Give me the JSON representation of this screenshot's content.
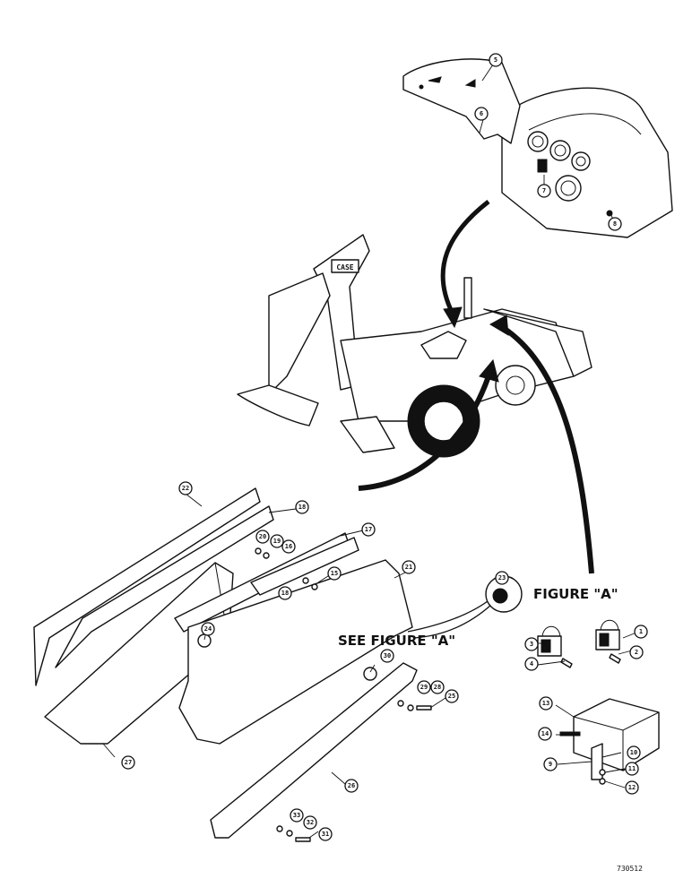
{
  "figure_caption": "FIGURE \"A\"",
  "see_figure": "SEE FIGURE \"A\"",
  "drawing_code": "730512",
  "callouts": [
    {
      "num": "5"
    },
    {
      "num": "6"
    },
    {
      "num": "7"
    },
    {
      "num": "8"
    },
    {
      "num": "22"
    },
    {
      "num": "18"
    },
    {
      "num": "17"
    },
    {
      "num": "20"
    },
    {
      "num": "19"
    },
    {
      "num": "16"
    },
    {
      "num": "15"
    },
    {
      "num": "18"
    },
    {
      "num": "21"
    },
    {
      "num": "24"
    },
    {
      "num": "23"
    },
    {
      "num": "1"
    },
    {
      "num": "3"
    },
    {
      "num": "2"
    },
    {
      "num": "4"
    },
    {
      "num": "30"
    },
    {
      "num": "29"
    },
    {
      "num": "28"
    },
    {
      "num": "25"
    },
    {
      "num": "27"
    },
    {
      "num": "26"
    },
    {
      "num": "33"
    },
    {
      "num": "32"
    },
    {
      "num": "31"
    },
    {
      "num": "13"
    },
    {
      "num": "14"
    },
    {
      "num": "10"
    },
    {
      "num": "9"
    },
    {
      "num": "11"
    },
    {
      "num": "12"
    }
  ]
}
